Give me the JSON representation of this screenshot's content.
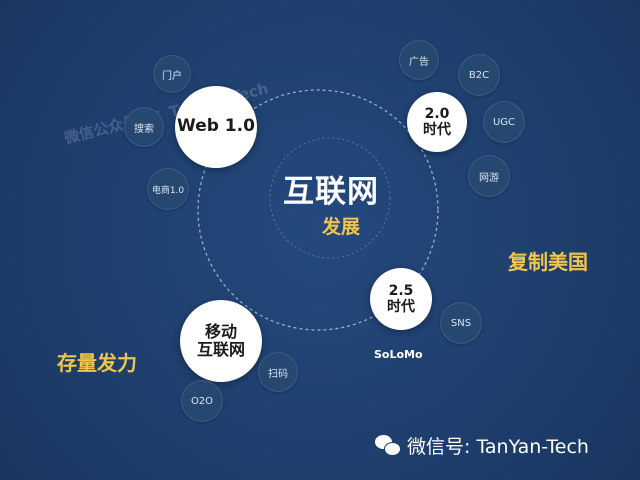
{
  "watermark": "微信公众号ID：TanYan-Tech",
  "center": {
    "title": "互联网",
    "subtitle": "发展"
  },
  "tags": {
    "left": "存量发力",
    "right": "复制美国"
  },
  "stages": [
    {
      "id": "web1",
      "label": "Web 1.0",
      "children": [
        "门户",
        "搜索",
        "电商1.0"
      ]
    },
    {
      "id": "era20",
      "label": "2.0\n时代",
      "children": [
        "广告",
        "B2C",
        "UGC",
        "网游"
      ]
    },
    {
      "id": "era25",
      "label": "2.5\n时代",
      "children": [
        "SNS"
      ],
      "caption": "SoLoMo"
    },
    {
      "id": "mobile",
      "label": "移动\n互联网",
      "children": [
        "扫码",
        "O2O"
      ]
    }
  ],
  "footer": {
    "text": "微信号: TanYan-Tech"
  }
}
